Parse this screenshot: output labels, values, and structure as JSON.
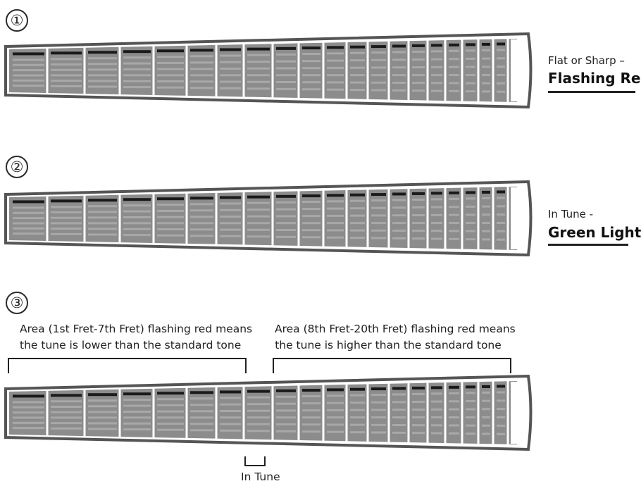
{
  "steps": [
    {
      "number": "①",
      "label_small": "Flat or Sharp –",
      "label_big": "Flashing Red"
    },
    {
      "number": "②",
      "label_small": "In Tune -",
      "label_big": "Green Light"
    },
    {
      "number": "③",
      "area_low_line1": "Area (1st Fret-7th Fret) flashing red means",
      "area_low_line2": "the tune is lower than the standard tone",
      "area_high_line1": "Area (8th Fret-20th Fret) flashing red means",
      "area_high_line2": "the tune is higher than the standard tone",
      "in_tune_label": "In Tune"
    }
  ],
  "fretboard": {
    "fret_count": 20,
    "strings_per_fret": 6
  },
  "colors": {
    "neck_fill": "#8c8c8c",
    "neck_border": "#555555",
    "fret_wire": "#ffffff",
    "led": "#1a1a1a",
    "string_stripe": "#a8a8a8"
  }
}
